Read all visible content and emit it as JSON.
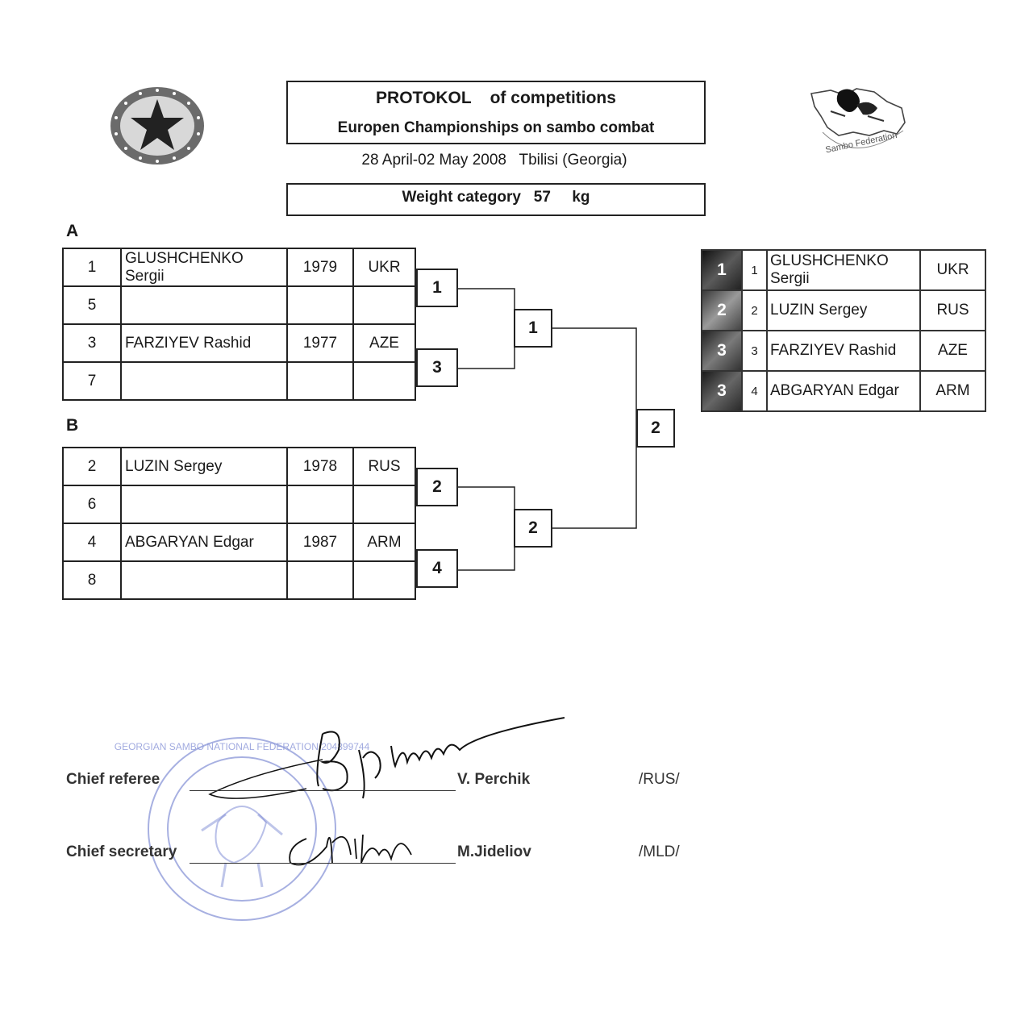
{
  "header": {
    "title_line1": "PROTOKOL    of competitions",
    "title_line2": "Europen Championships on sambo combat",
    "date_location": "28 April-02 May 2008   Tbilisi (Georgia)",
    "weight_category": "Weight category   57     kg"
  },
  "logos": {
    "left_emblem": "star-emblem",
    "right_emblem": "Sambo Federation",
    "stamp_text": "GEORGIAN SAMBO NATIONAL FEDERATION 204899744"
  },
  "groups": [
    {
      "label": "A",
      "rows": [
        {
          "num": "1",
          "name": "GLUSHCHENKO Sergii",
          "year": "1979",
          "country": "UKR"
        },
        {
          "num": "5",
          "name": "",
          "year": "",
          "country": ""
        },
        {
          "num": "3",
          "name": "FARZIYEV Rashid",
          "year": "1977",
          "country": "AZE"
        },
        {
          "num": "7",
          "name": "",
          "year": "",
          "country": ""
        }
      ],
      "round1_winners": [
        "1",
        "3"
      ],
      "semi_winner": "1"
    },
    {
      "label": "B",
      "rows": [
        {
          "num": "2",
          "name": "LUZIN Sergey",
          "year": "1978",
          "country": "RUS"
        },
        {
          "num": "6",
          "name": "",
          "year": "",
          "country": ""
        },
        {
          "num": "4",
          "name": "ABGARYAN Edgar",
          "year": "1987",
          "country": "ARM"
        },
        {
          "num": "8",
          "name": "",
          "year": "",
          "country": ""
        }
      ],
      "round1_winners": [
        "2",
        "4"
      ],
      "semi_winner": "2"
    }
  ],
  "final_box": "2",
  "results": [
    {
      "place": "1",
      "seed": "1",
      "name": "GLUSHCHENKO Sergii",
      "country": "UKR"
    },
    {
      "place": "2",
      "seed": "2",
      "name": "LUZIN Sergey",
      "country": "RUS"
    },
    {
      "place": "3",
      "seed": "3",
      "name": "FARZIYEV Rashid",
      "country": "AZE"
    },
    {
      "place": "3",
      "seed": "4",
      "name": "ABGARYAN Edgar",
      "country": "ARM"
    }
  ],
  "officials": [
    {
      "role": "Chief referee",
      "name": "V. Perchik",
      "country": "/RUS/"
    },
    {
      "role": "Chief secretary",
      "name": "M.Jideliov",
      "country": "/MLD/"
    }
  ]
}
